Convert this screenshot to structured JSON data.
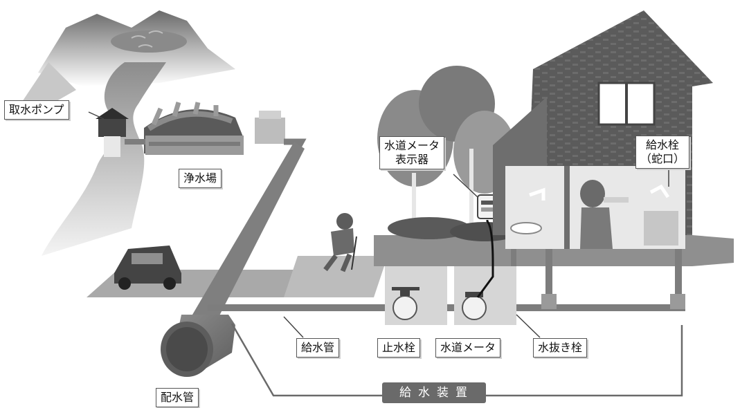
{
  "labels": {
    "intake_pump": "取水ポンプ",
    "purification_plant": "浄水場",
    "meter_display": "水道メータ\n表示器",
    "faucet": "給水栓\n（蛇口）",
    "service_pipe": "給水管",
    "stop_valve": "止水栓",
    "water_meter": "水道メータ",
    "drain_valve": "水抜き栓",
    "distribution_main": "配水管"
  },
  "bracket_label": "給水装置",
  "colors": {
    "pipe": "#7d7d7d",
    "ground": "#a9a9a9",
    "house_wall": "#5b5b5b",
    "tree": "#8a8a8a",
    "label_border": "#555555"
  }
}
